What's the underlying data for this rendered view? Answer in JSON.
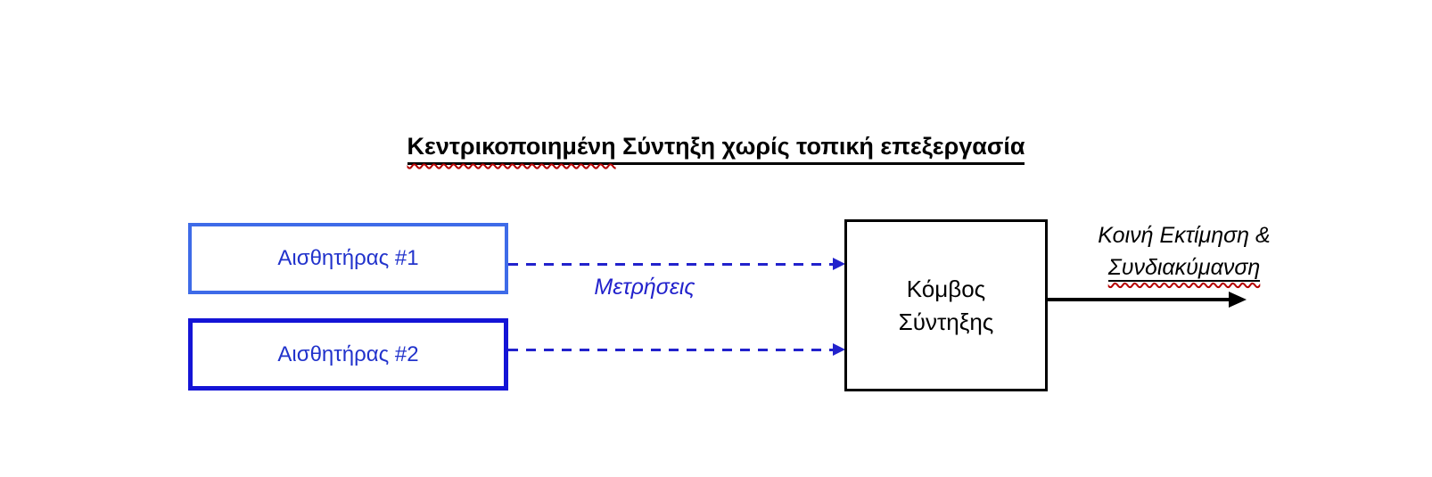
{
  "diagram": {
    "title": {
      "misspelled_word": "Κεντρικοποιημένη",
      "rest": " Σύντηξη χωρίς τοπική επεξεργασία"
    },
    "sensors": [
      {
        "label": "Αισθητήρας #1"
      },
      {
        "label": "Αισθητήρας #2"
      }
    ],
    "measurements_label": "Μετρήσεις",
    "fusion_node": {
      "label": "Κόμβος\nΣύντηξης"
    },
    "output_label": {
      "line1": "Κοινή Εκτίμηση &",
      "line2": "Συνδιακύμανση"
    },
    "colors": {
      "sensor1_border": "#3e6be8",
      "sensor2_border": "#1414d6",
      "sensor_text_blue": "#2233cc",
      "arrow_blue": "#2222cc",
      "outline_black": "#000000",
      "spellcheck_red": "#b40000",
      "background": "#ffffff"
    }
  }
}
